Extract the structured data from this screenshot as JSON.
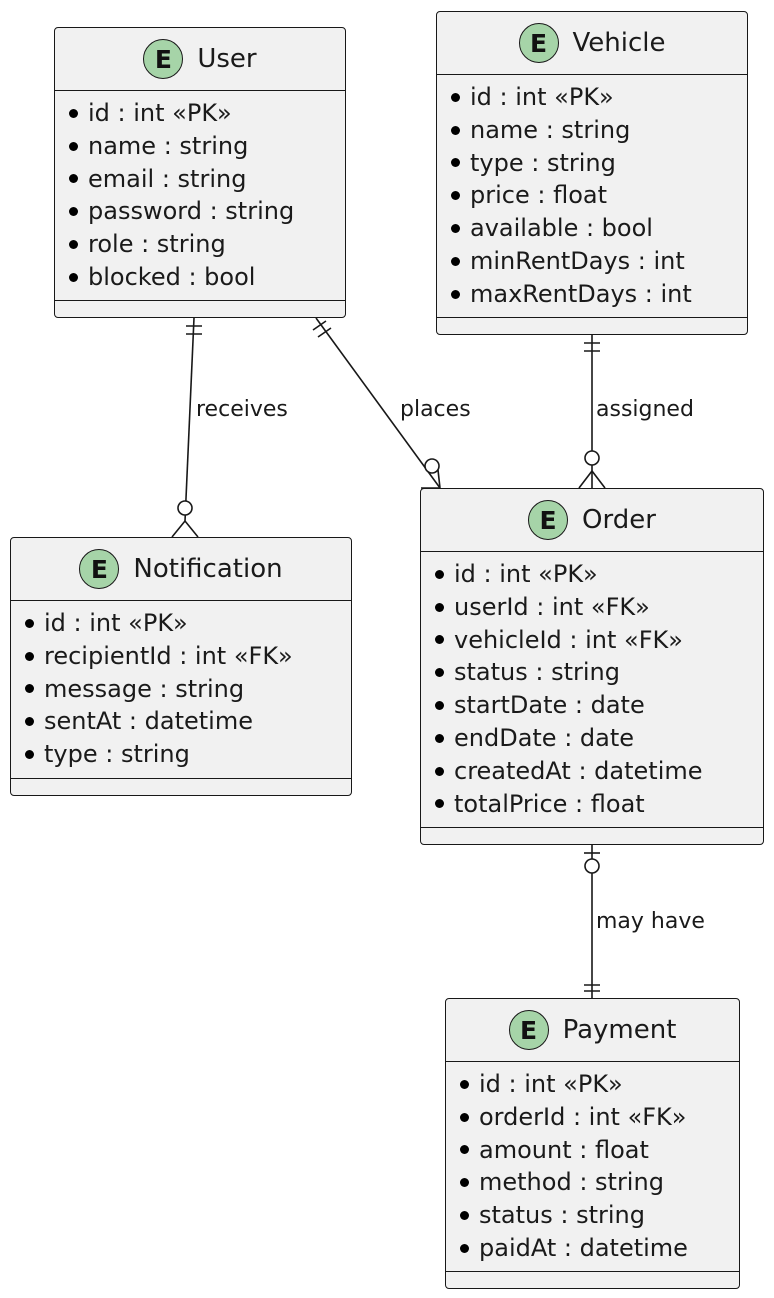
{
  "entities": {
    "user": {
      "badge": "E",
      "name": "User",
      "attributes": [
        "id : int «PK»",
        "name : string",
        "email : string",
        "password : string",
        "role : string",
        "blocked : bool"
      ]
    },
    "vehicle": {
      "badge": "E",
      "name": "Vehicle",
      "attributes": [
        "id : int «PK»",
        "name : string",
        "type : string",
        "price : float",
        "available : bool",
        "minRentDays : int",
        "maxRentDays : int"
      ]
    },
    "notification": {
      "badge": "E",
      "name": "Notification",
      "attributes": [
        "id : int «PK»",
        "recipientId : int «FK»",
        "message : string",
        "sentAt : datetime",
        "type : string"
      ]
    },
    "order": {
      "badge": "E",
      "name": "Order",
      "attributes": [
        "id : int «PK»",
        "userId : int «FK»",
        "vehicleId : int «FK»",
        "status : string",
        "startDate : date",
        "endDate : date",
        "createdAt : datetime",
        "totalPrice : float"
      ]
    },
    "payment": {
      "badge": "E",
      "name": "Payment",
      "attributes": [
        "id : int «PK»",
        "orderId : int «FK»",
        "amount : float",
        "method : string",
        "status : string",
        "paidAt : datetime"
      ]
    }
  },
  "relationships": {
    "receives": {
      "label": "receives",
      "from": "User",
      "to": "Notification",
      "from_cardinality": "exactly-one",
      "to_cardinality": "zero-or-many"
    },
    "places": {
      "label": "places",
      "from": "User",
      "to": "Order",
      "from_cardinality": "exactly-one",
      "to_cardinality": "zero-or-many"
    },
    "assigned": {
      "label": "assigned",
      "from": "Vehicle",
      "to": "Order",
      "from_cardinality": "exactly-one",
      "to_cardinality": "zero-or-many"
    },
    "may_have": {
      "label": "may have",
      "from": "Order",
      "to": "Payment",
      "from_cardinality": "zero-or-one",
      "to_cardinality": "exactly-one"
    }
  },
  "colors": {
    "entity_fill": "#f1f1f1",
    "badge_fill": "#a6d4a8",
    "stroke": "#181818"
  }
}
